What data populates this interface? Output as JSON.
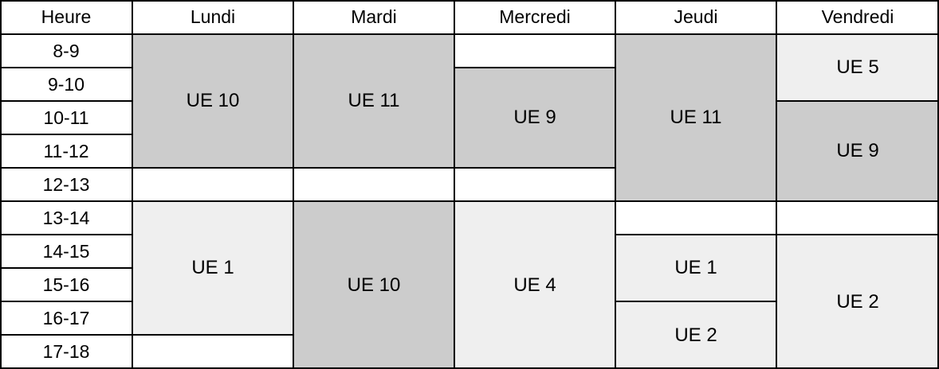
{
  "table": {
    "header": {
      "hour_label": "Heure",
      "days": [
        "Lundi",
        "Mardi",
        "Mercredi",
        "Jeudi",
        "Vendredi"
      ]
    },
    "time_slots": [
      "8-9",
      "9-10",
      "10-11",
      "11-12",
      "12-13",
      "13-14",
      "14-15",
      "15-16",
      "16-17",
      "17-18"
    ],
    "courses": {
      "lundi_morning": "UE 10",
      "lundi_afternoon": "UE 1",
      "mardi_morning": "UE 11",
      "mardi_afternoon": "UE 10",
      "mercredi_morning": "UE 9",
      "mercredi_afternoon": "UE 4",
      "jeudi_morning": "UE 11",
      "jeudi_afternoon_1": "UE 1",
      "jeudi_afternoon_2": "UE 2",
      "vendredi_morning_1": "UE 5",
      "vendredi_morning_2": "UE 9",
      "vendredi_afternoon": "UE 2"
    },
    "colors": {
      "dark": "#cccccc",
      "light": "#efefef",
      "empty": "#ffffff",
      "border": "#000000"
    }
  }
}
